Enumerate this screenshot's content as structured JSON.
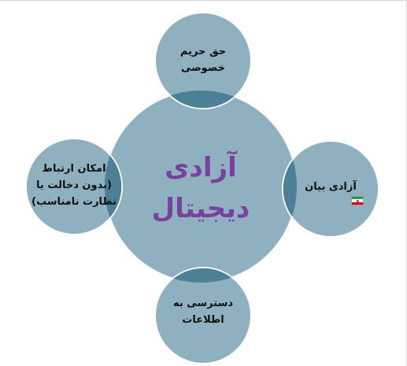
{
  "center": {
    "line1": "آزادی",
    "line2": "دیجیتال"
  },
  "nodes": {
    "top": {
      "line1": "حق حریم",
      "line2": "خصوصی"
    },
    "right": {
      "line1": "آزادی بیان"
    },
    "bottom": {
      "line1": "دسترسی به",
      "line2": "اطلاعات"
    },
    "left": {
      "line1": "امکان ارتباط",
      "line2": "(بدون دخالت یا",
      "line3": "نظارت نامناسب)"
    }
  },
  "colors": {
    "circle_fill": "#8eb0bf",
    "circle_stroke": "#ffffff",
    "overlap_fill": "#4b8096",
    "center_text": "#7a3fa0",
    "flag_green": "#239f40",
    "flag_white": "#ffffff",
    "flag_red": "#da0000"
  },
  "icons": {
    "right_node_icon": "iran-flag-icon"
  }
}
